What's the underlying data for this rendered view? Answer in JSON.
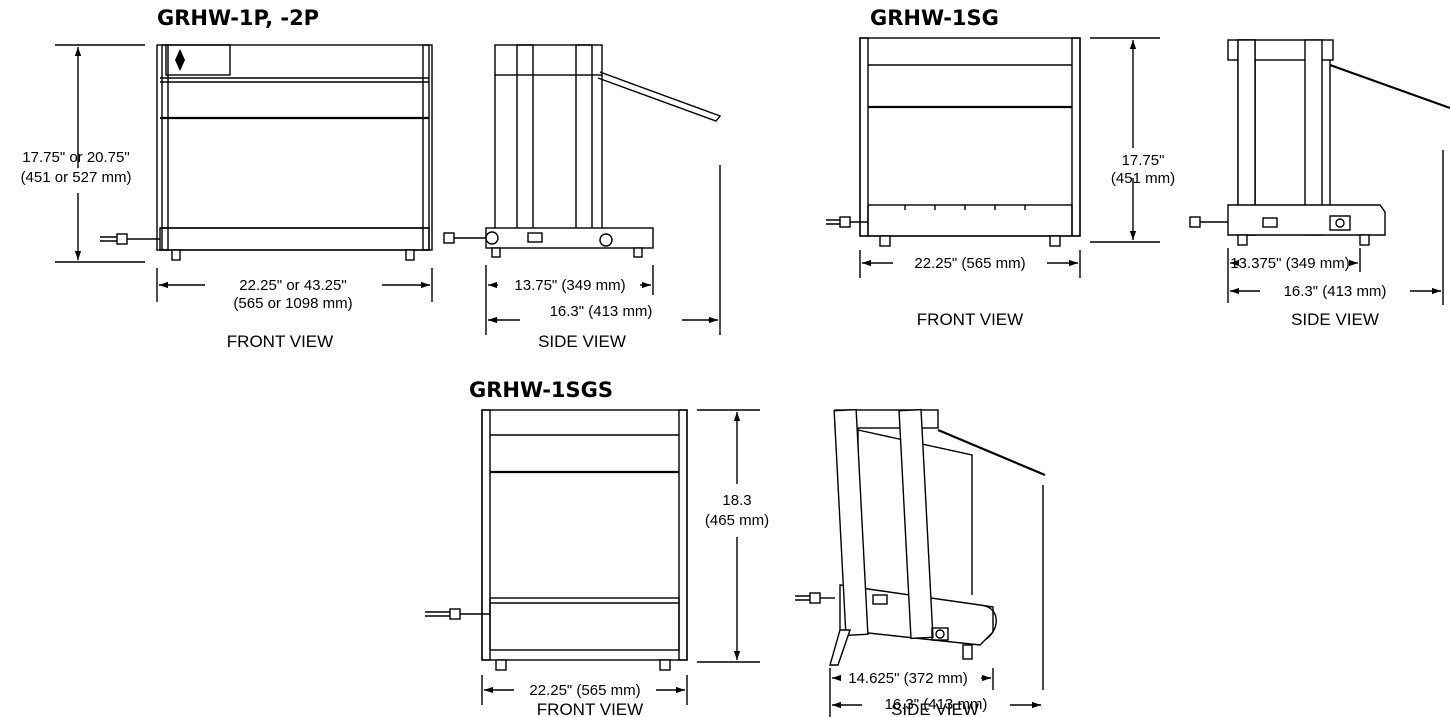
{
  "models": {
    "grhw_1p": {
      "title": "GRHW-1P, -2P",
      "height_dim": [
        "17.75\" or 20.75\"",
        "(451 or 527 mm)"
      ],
      "width_dim": [
        "22.25\" or 43.25\"",
        "(565 or 1098 mm)"
      ],
      "side_depth_inner": "13.75\" (349 mm)",
      "side_depth_outer": "16.3\" (413 mm)",
      "front_label": "FRONT VIEW",
      "side_label": "SIDE VIEW"
    },
    "grhw_1sg": {
      "title": "GRHW-1SG",
      "height_dim": [
        "17.75\"",
        "(451 mm)"
      ],
      "width_dim": "22.25\" (565 mm)",
      "side_depth_inner": "13.375\" (349 mm)",
      "side_depth_outer": "16.3\" (413 mm)",
      "front_label": "FRONT VIEW",
      "side_label": "SIDE VIEW"
    },
    "grhw_1sgs": {
      "title": "GRHW-1SGS",
      "height_dim": [
        "18.3",
        "(465 mm)"
      ],
      "width_dim": "22.25\" (565 mm)",
      "side_depth_inner": "14.625\" (372 mm)",
      "side_depth_outer": "16.3\" (413 mm)",
      "front_label": "FRONT VIEW",
      "side_label": "SIDE VIEW"
    }
  }
}
